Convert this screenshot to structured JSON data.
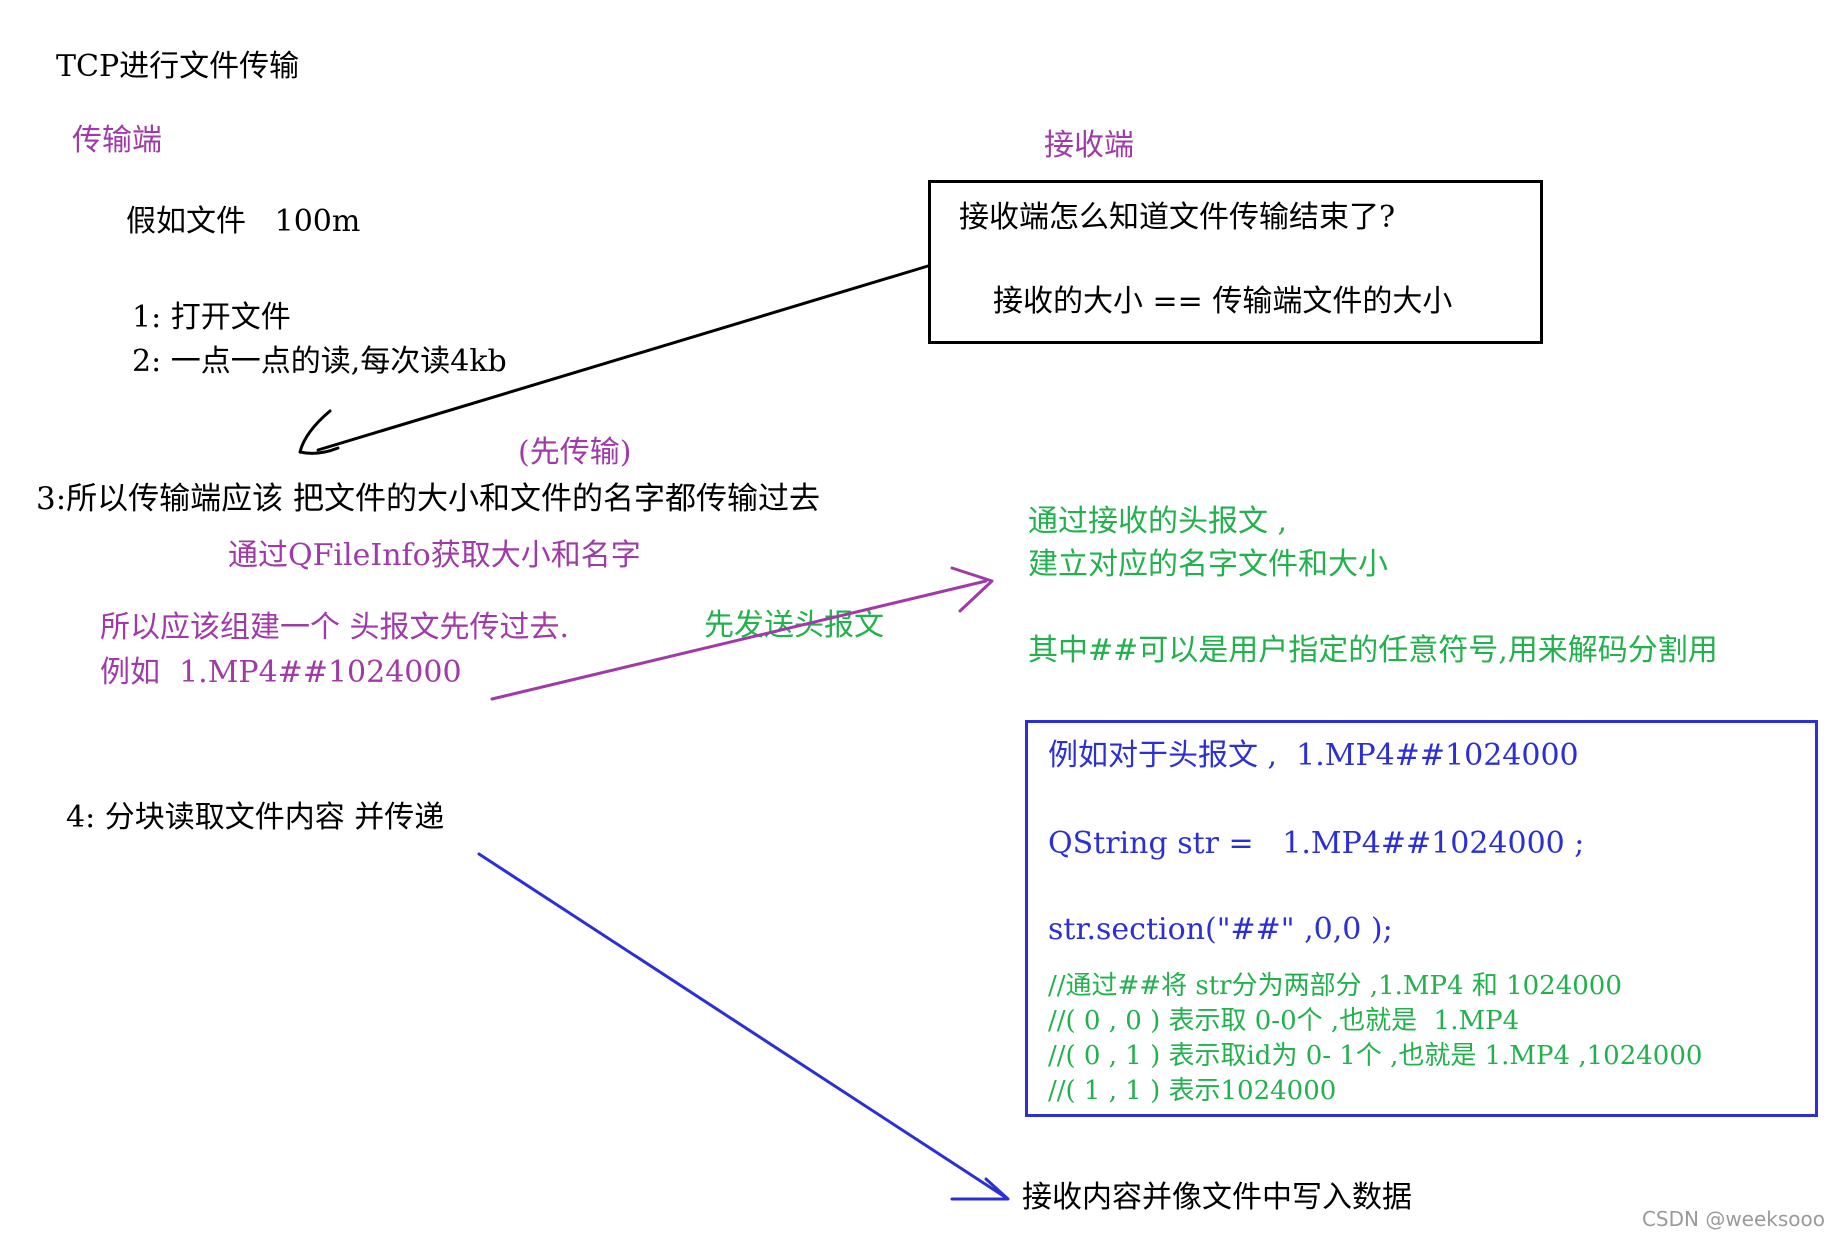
{
  "title": "TCP进行文件传输",
  "sender": {
    "heading": "传输端",
    "assume_file": "假如文件   100m",
    "step1": "1: 打开文件",
    "step2": "2: 一点一点的读,每次读4kb",
    "note_first": "(先传输)",
    "step3": "3:所以传输端应该 把文件的大小和文件的名字都传输过去",
    "qfileinfo": "通过QFileInfo获取大小和名字",
    "header_msg": "所以应该组建一个 头报文先传过去.",
    "example": "例如  1.MP4##1024000",
    "send_header": "先发送头报文",
    "step4": "4: 分块读取文件内容 并传递"
  },
  "receiver": {
    "heading": "接收端",
    "question": "接收端怎么知道文件传输结束了?",
    "answer": "接收的大小 == 传输端文件的大小",
    "build_line1": "通过接收的头报文 ,",
    "build_line2": "建立对应的名字文件和大小",
    "separator_note": "其中##可以是用户指定的任意符号,用来解码分割用",
    "receive_content": "接收内容并像文件中写入数据"
  },
  "code_box": {
    "line1": "例如对于头报文 ,  1.MP4##1024000",
    "line2": "QString str =   1.MP4##1024000 ;",
    "line3": "str.section(\"##\" ,0,0 );",
    "comment1": "//通过##将 str分为两部分 ,1.MP4 和 1024000",
    "comment2": "//( 0 , 0 ) 表示取 0-0个 ,也就是  1.MP4",
    "comment3": "//( 0 , 1 ) 表示取id为 0- 1个 ,也就是 1.MP4 ,1024000",
    "comment4": "//( 1 , 1 ) 表示1024000"
  },
  "watermark": "CSDN @weeksooo",
  "colors": {
    "black": "#000000",
    "purple": "#a03aa8",
    "green": "#22b14c",
    "blue": "#2c2fd6"
  }
}
